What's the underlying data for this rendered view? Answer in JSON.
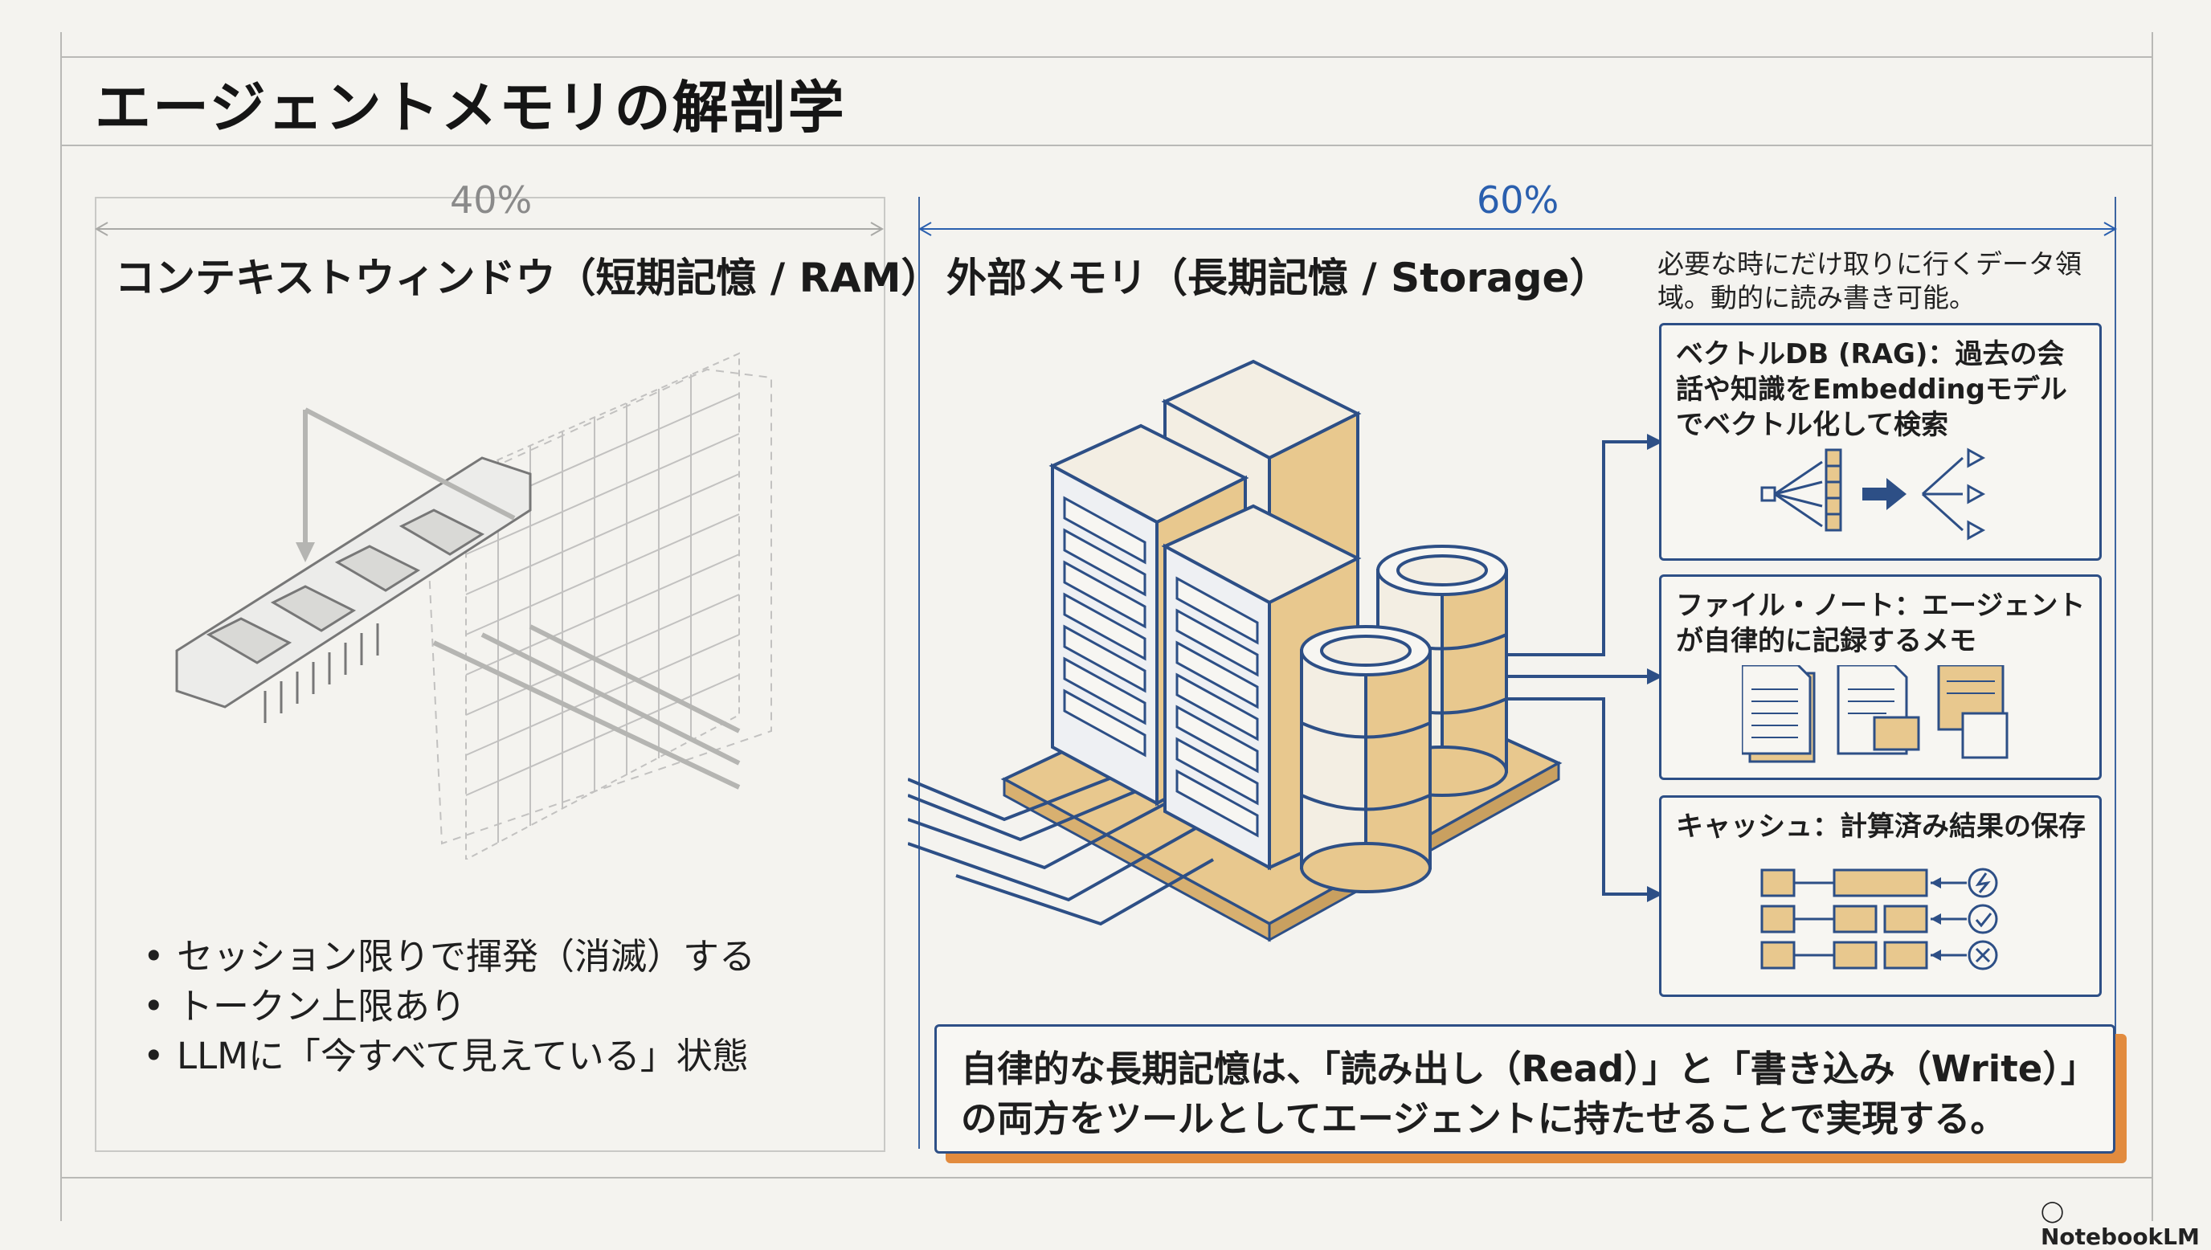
{
  "title": "エージェントメモリの解剖学",
  "left_panel": {
    "percent": "40%",
    "heading": "コンテキストウィンドウ（短期記憶 / RAM）",
    "bullets": [
      "セッション限りで揮発（消滅）する",
      "トークン上限あり",
      "LLMに「今すべて見えている」状態"
    ]
  },
  "right_panel": {
    "percent": "60%",
    "heading": "外部メモリ（長期記憶 / Storage）",
    "note": "必要な時にだけ取りに行くデータ領域。動的に読み書き可能。",
    "boxes": [
      {
        "label": "ベクトルDB (RAG)：過去の会話や知識をEmbeddingモデルでベクトル化して検索",
        "icon": "vector-embedding-icon"
      },
      {
        "label": "ファイル・ノート：エージェントが自律的に記録するメモ",
        "icon": "document-notes-icon"
      },
      {
        "label": "キャッシュ：計算済み結果の保存",
        "icon": "cache-grid-icon"
      }
    ],
    "summary": "自律的な長期記憶は、「読み出し（Read）」と「書き込み（Write）」の両方をツールとしてエージェントに持たせることで実現する。"
  },
  "branding": {
    "logo_text": "NotebookLM"
  },
  "colors": {
    "accent_blue": "#2d4f86",
    "accent_orange": "#e28b3e",
    "gold": "#e8c88e",
    "background": "#f4f3ef"
  }
}
